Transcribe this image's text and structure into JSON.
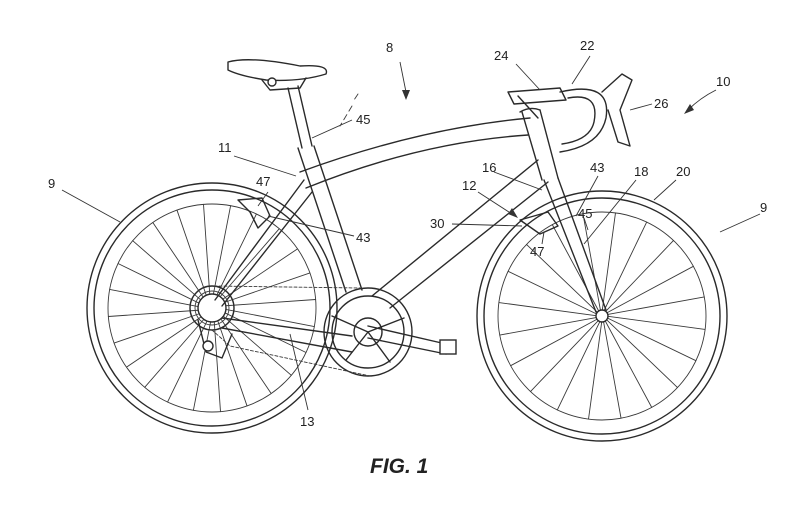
{
  "figure": {
    "caption": "FIG. 1",
    "reference_numerals": [
      "8",
      "10",
      "11",
      "12",
      "13",
      "16",
      "18",
      "20",
      "22",
      "24",
      "26",
      "30",
      "43",
      "43",
      "45",
      "45",
      "47",
      "47",
      "9",
      "9"
    ]
  },
  "colors": {
    "line": "#2a2a2a",
    "background": "#ffffff"
  }
}
